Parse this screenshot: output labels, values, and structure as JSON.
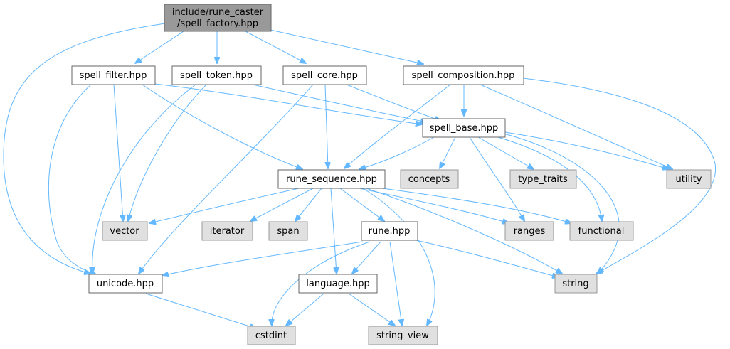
{
  "graph": {
    "root": {
      "line1": "include/rune_caster",
      "line2": "/spell_factory.hpp"
    },
    "nodes": {
      "spell_filter": "spell_filter.hpp",
      "spell_token": "spell_token.hpp",
      "spell_core": "spell_core.hpp",
      "spell_composition": "spell_composition.hpp",
      "spell_base": "spell_base.hpp",
      "rune_sequence": "rune_sequence.hpp",
      "concepts": "concepts",
      "type_traits": "type_traits",
      "utility": "utility",
      "vector": "vector",
      "iterator": "iterator",
      "span": "span",
      "rune": "rune.hpp",
      "ranges": "ranges",
      "functional": "functional",
      "unicode": "unicode.hpp",
      "language": "language.hpp",
      "string": "string",
      "cstdint": "cstdint",
      "string_view": "string_view"
    },
    "colors": {
      "edge": "#63b8ff",
      "root_fill": "#999999",
      "system_fill": "#e0e0e0",
      "local_fill": "#ffffff"
    }
  }
}
